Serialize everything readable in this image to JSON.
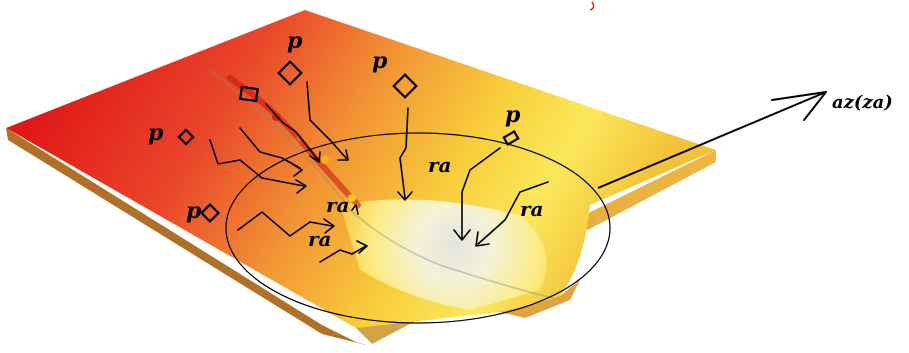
{
  "labels": {
    "p": "p",
    "ra": "ra",
    "az": "az(za)"
  },
  "colors": {
    "hot": "#e01818",
    "warm": "#f08a28",
    "yellow": "#fbe33a",
    "pale": "#f6f2c8",
    "shadow": "#cfcfc8",
    "edge": "#e6a83a"
  }
}
